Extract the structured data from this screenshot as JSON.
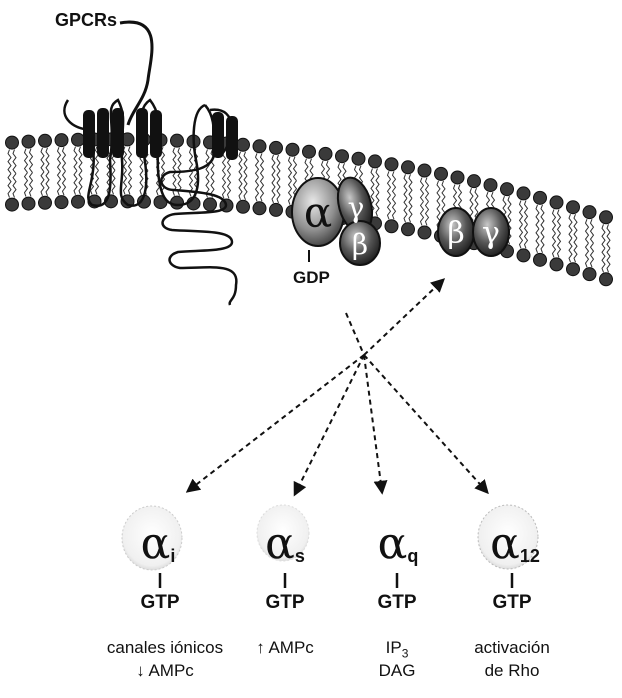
{
  "labels": {
    "receptor": "GPCRs",
    "gdp": "GDP"
  },
  "heterotrimer": {
    "alpha": "α",
    "beta": "β",
    "gamma": "γ"
  },
  "free_dimer": {
    "beta": "β",
    "gamma": "γ"
  },
  "subunits": [
    {
      "symbol": "α",
      "subscript": "i",
      "nucleotide": "GTP",
      "effect_line1": "canales iónicos",
      "effect_line2": "↓ AMPc"
    },
    {
      "symbol": "α",
      "subscript": "s",
      "nucleotide": "GTP",
      "effect_line1": "↑ AMPc",
      "effect_line2": ""
    },
    {
      "symbol": "α",
      "subscript": "q",
      "nucleotide": "GTP",
      "effect_line1": "IP",
      "effect_sub": "3",
      "effect_line2": "DAG"
    },
    {
      "symbol": "α",
      "subscript": "12",
      "nucleotide": "GTP",
      "effect_line1": "activación",
      "effect_line2": "de Rho"
    }
  ],
  "colors": {
    "ink": "#111111",
    "membrane_head": "#3a3a3a",
    "subunit_fill": "#9a9a9a"
  }
}
